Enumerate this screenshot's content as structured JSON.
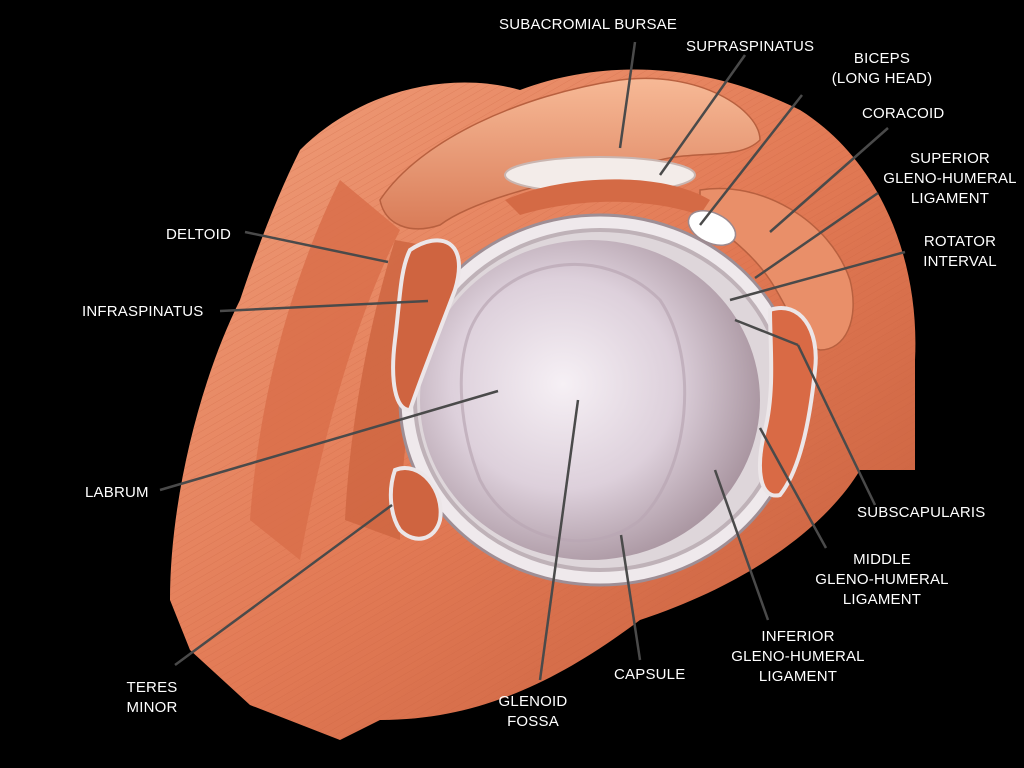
{
  "colors": {
    "background": "#000000",
    "muscle": "#e07a55",
    "muscle_dark": "#b84f31",
    "muscle_light": "#f3a784",
    "glenoid": "#d9c9d6",
    "glenoid_center": "#f4eef3",
    "labrum": "#e8e4e6",
    "leader_line": "#4a4a4a",
    "label_text": "#ffffff"
  },
  "labels": {
    "subacromial_bursae": "SUBACROMIAL BURSAE",
    "supraspinatus": "SUPRASPINATUS",
    "biceps_long_head": "BICEPS\n(LONG HEAD)",
    "coracoid": "CORACOID",
    "superior_gh_ligament": "SUPERIOR\nGLENO-HUMERAL\nLIGAMENT",
    "rotator_interval": "ROTATOR\nINTERVAL",
    "deltoid": "DELTOID",
    "infraspinatus": "INFRASPINATUS",
    "labrum": "LABRUM",
    "subscapularis": "SUBSCAPULARIS",
    "middle_gh_ligament": "MIDDLE\nGLENO-HUMERAL\nLIGAMENT",
    "inferior_gh_ligament": "INFERIOR\nGLENO-HUMERAL\nLIGAMENT",
    "capsule": "CAPSULE",
    "glenoid_fossa": "GLENOID\nFOSSA",
    "teres_minor": "TERES\nMINOR"
  }
}
